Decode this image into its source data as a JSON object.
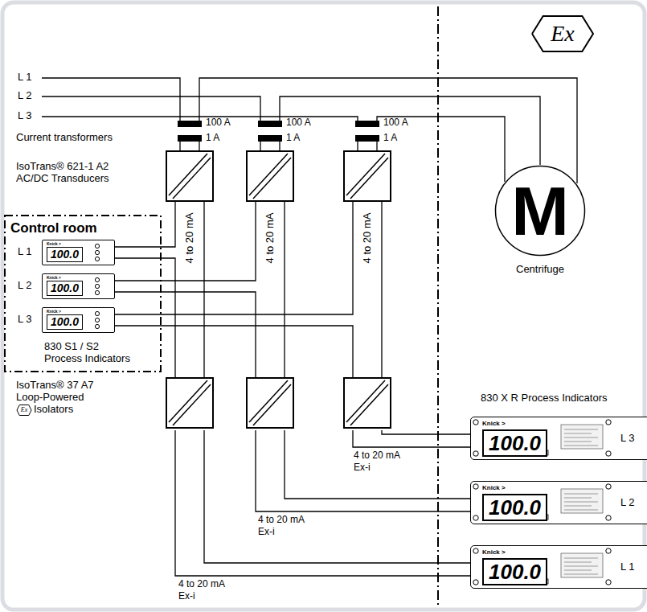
{
  "diagram": {
    "nodes": [
      {
        "text": [
          "Control room"
        ]
      },
      {
        "text": [
          "Knick >",
          "100.0"
        ],
        "in": 0
      },
      {
        "text": [
          "Knick >",
          "100.0"
        ],
        "in": 0
      },
      {
        "text": [
          "Knick >",
          "100.0"
        ],
        "in": 0
      },
      {
        "text": [
          "M",
          "Centrifuge"
        ]
      },
      {
        "text": [
          "Knick >",
          "100.0"
        ]
      },
      {
        "text": [
          "Knick >",
          "100.0"
        ]
      },
      {
        "text": [
          "Knick >",
          "100.0"
        ]
      }
    ],
    "labels": [
      "L 1",
      "L 2",
      "L 3",
      "Current transformers",
      "100 A",
      "1 A",
      "100 A",
      "1 A",
      "100 A",
      "1 A",
      "IsoTrans® 621-1 A2 AC/DC Transducers",
      "4 to 20 mA",
      "4 to 20 mA",
      "4 to 20 mA",
      "L 1",
      "L 2",
      "L 3",
      "830 S1 / S2 Process Indicators",
      "IsoTrans® 37 A7 Loop-Powered",
      "Ex",
      "Isolators",
      "Ex",
      "830 X R Process Indicators",
      "4 to 20 mA",
      "Ex-i",
      "4 to 20 mA",
      "Ex-i",
      "4 to 20 mA",
      "Ex-i",
      "L 3",
      "L 2",
      "L 1"
    ]
  }
}
